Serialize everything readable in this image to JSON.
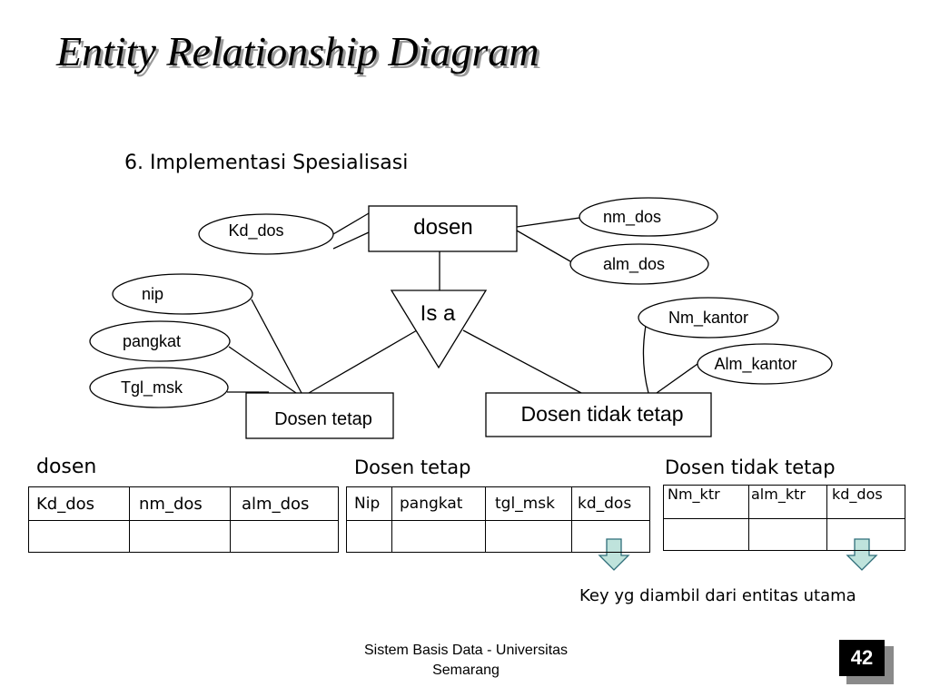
{
  "title": "Entity Relationship Diagram",
  "subtitle": "6. Implementasi Spesialisasi",
  "diagram": {
    "entities": {
      "dosen": "dosen",
      "dosen_tetap": "Dosen tetap",
      "dosen_tidak_tetap": "Dosen tidak tetap"
    },
    "isa": "Is a",
    "attributes": {
      "kd_dos": "Kd_dos",
      "nm_dos": "nm_dos",
      "alm_dos": "alm_dos",
      "nip": "nip",
      "pangkat": "pangkat",
      "tgl_msk": "Tgl_msk",
      "nm_kantor": "Nm_kantor",
      "alm_kantor": "Alm_kantor"
    }
  },
  "tables": {
    "dosen": {
      "name": "dosen",
      "columns": [
        "Kd_dos",
        "nm_dos",
        "alm_dos"
      ]
    },
    "dosen_tetap": {
      "name": "Dosen tetap",
      "columns": [
        "Nip",
        "pangkat",
        "tgl_msk",
        "kd_dos"
      ]
    },
    "dosen_tidak_tetap": {
      "name": "Dosen tidak tetap",
      "columns": [
        "Nm_ktr",
        "alm_ktr",
        "kd_dos"
      ]
    }
  },
  "note": "Key yg diambil dari entitas utama",
  "footer": {
    "line1": "Sistem Basis Data - Universitas",
    "line2": "Semarang"
  },
  "page_number": "42",
  "colors": {
    "arrow_fill": "#bfe3dc",
    "arrow_stroke": "#2f6e7a",
    "title_shadow": "#9a9a9a"
  }
}
